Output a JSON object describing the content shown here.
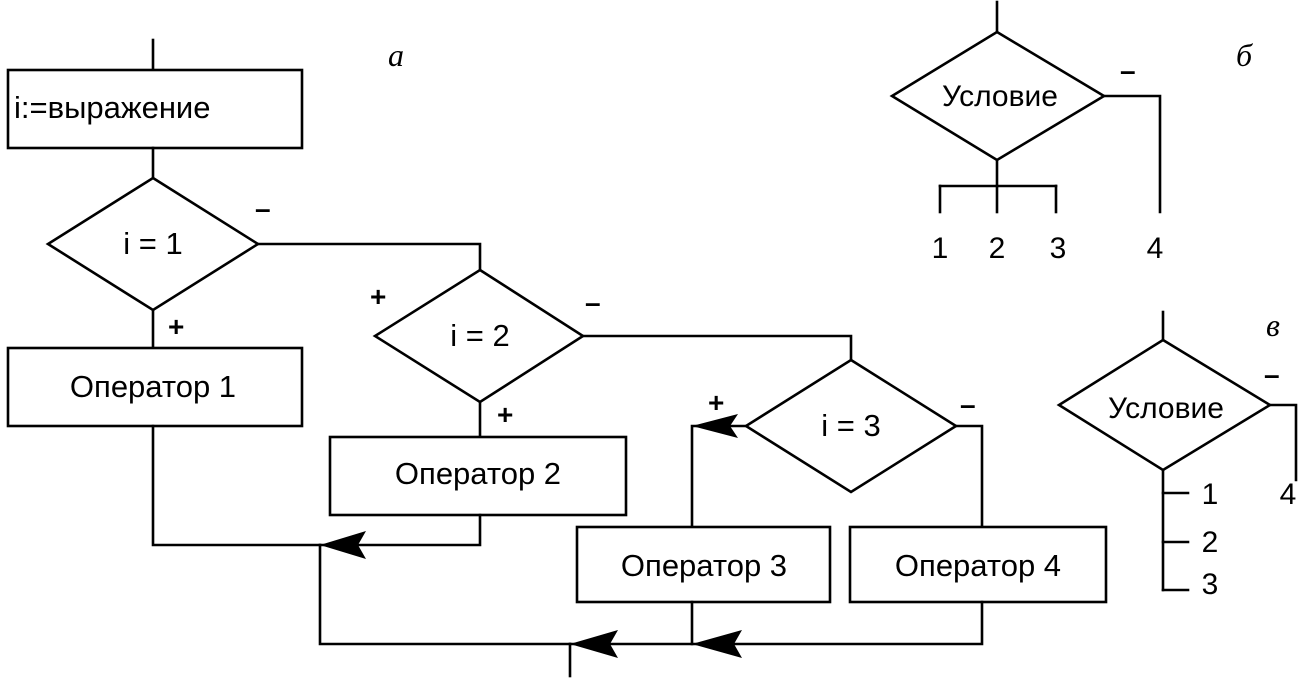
{
  "panel_labels": {
    "a": "а",
    "b": "б",
    "v": "в"
  },
  "panel_a": {
    "assign": "i:=выражение",
    "cond1": "i = 1",
    "cond2": "i = 2",
    "cond3": "i = 3",
    "op1": "Оператор 1",
    "op2": "Оператор 2",
    "op3": "Оператор 3",
    "op4": "Оператор 4",
    "plus": "+",
    "minus": "–"
  },
  "panel_b": {
    "condition": "Условие",
    "minus": "–",
    "branches": [
      "1",
      "2",
      "3",
      "4"
    ]
  },
  "panel_v": {
    "condition": "Условие",
    "minus": "–",
    "branches": [
      "1",
      "2",
      "3",
      "4"
    ]
  }
}
